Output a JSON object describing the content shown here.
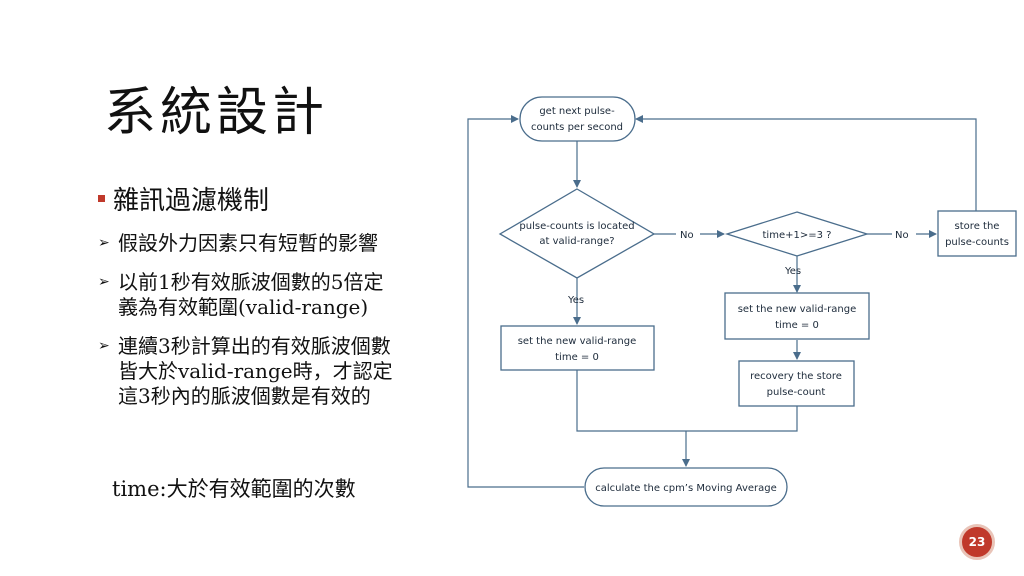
{
  "slide": {
    "title": "系統設計",
    "main_bullet": "雜訊過濾機制",
    "sub_bullets": [
      "假設外力因素只有短暫的影響",
      "以前1秒有效脈波個數的5倍定\n義為有效範圍(valid-range)",
      "連續3秒計算出的有效脈波個數\n皆大於valid-range時，才認定\n這3秒內的脈波個數是有效的"
    ],
    "note": "time:大於有效範圍的次數",
    "page_number": "23"
  },
  "flowchart": {
    "nodes": {
      "get_counts": [
        "get next pulse-",
        "counts per second"
      ],
      "decision_valid": [
        "pulse-counts is located",
        "at valid-range?"
      ],
      "decision_time": [
        "time+1>=3 ?"
      ],
      "store": [
        "store the",
        "pulse-counts"
      ],
      "set_range_left": [
        "set the new valid-range",
        "time = 0"
      ],
      "set_range_right": [
        "set the new valid-range",
        "time = 0"
      ],
      "recovery": [
        "recovery the store",
        "pulse-count"
      ],
      "calc": [
        "calculate the cpm’s Moving Average"
      ]
    },
    "labels": {
      "no1": "No",
      "no2": "No",
      "yes1": "Yes",
      "yes2": "Yes"
    },
    "colors": {
      "stroke": "#4a6d8c",
      "accent": "#c0392b"
    }
  }
}
